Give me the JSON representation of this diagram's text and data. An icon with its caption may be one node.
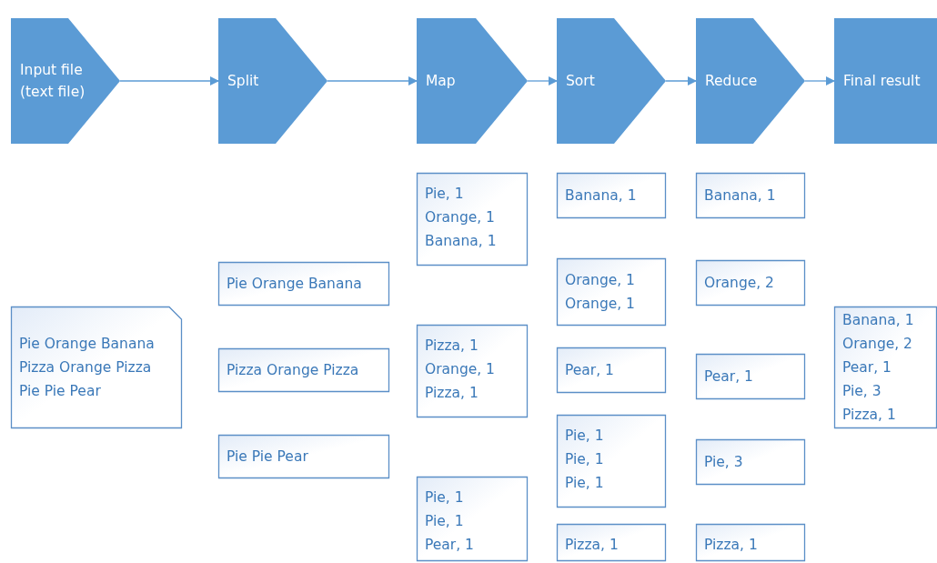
{
  "diagram": {
    "nodes": [
      {
        "text": [
          "Input file (text file)"
        ]
      },
      {
        "text": [
          "Split"
        ]
      },
      {
        "text": [
          "Map"
        ]
      },
      {
        "text": [
          "Sort"
        ]
      },
      {
        "text": [
          "Reduce"
        ]
      },
      {
        "text": [
          "Final result"
        ]
      },
      {
        "text": [
          "Pie Orange Banana",
          "Pizza Orange Pizza",
          "Pie Pie Pear"
        ]
      },
      {
        "text": [
          "Pie Orange Banana"
        ]
      },
      {
        "text": [
          "Pizza Orange Pizza"
        ]
      },
      {
        "text": [
          "Pie Pie Pear"
        ]
      },
      {
        "text": [
          "Pie, 1",
          "Orange, 1",
          "Banana, 1"
        ]
      },
      {
        "text": [
          "Pizza, 1",
          "Orange, 1",
          "Pizza, 1"
        ]
      },
      {
        "text": [
          "Pie, 1",
          "Pie, 1",
          "Pear, 1"
        ]
      },
      {
        "text": [
          "Banana, 1"
        ]
      },
      {
        "text": [
          "Orange, 1",
          "Orange, 1"
        ]
      },
      {
        "text": [
          "Pear, 1"
        ]
      },
      {
        "text": [
          "Pie, 1",
          "Pie, 1",
          "Pie, 1"
        ]
      },
      {
        "text": [
          "Pizza, 1"
        ]
      },
      {
        "text": [
          "Banana, 1"
        ]
      },
      {
        "text": [
          "Orange, 2"
        ]
      },
      {
        "text": [
          "Pear, 1"
        ]
      },
      {
        "text": [
          "Pie, 3"
        ]
      },
      {
        "text": [
          "Pizza, 1"
        ]
      },
      {
        "text": [
          "Banana, 1",
          "Orange, 2",
          "Pear, 1",
          "Pie, 3",
          "Pizza, 1"
        ]
      }
    ],
    "edges": [
      {
        "from": 0,
        "to": 1,
        "arrow": "to"
      },
      {
        "from": 1,
        "to": 2,
        "arrow": "to"
      },
      {
        "from": 2,
        "to": 3,
        "arrow": "to"
      },
      {
        "from": 3,
        "to": 4,
        "arrow": "to"
      },
      {
        "from": 4,
        "to": 5,
        "arrow": "to"
      }
    ]
  }
}
